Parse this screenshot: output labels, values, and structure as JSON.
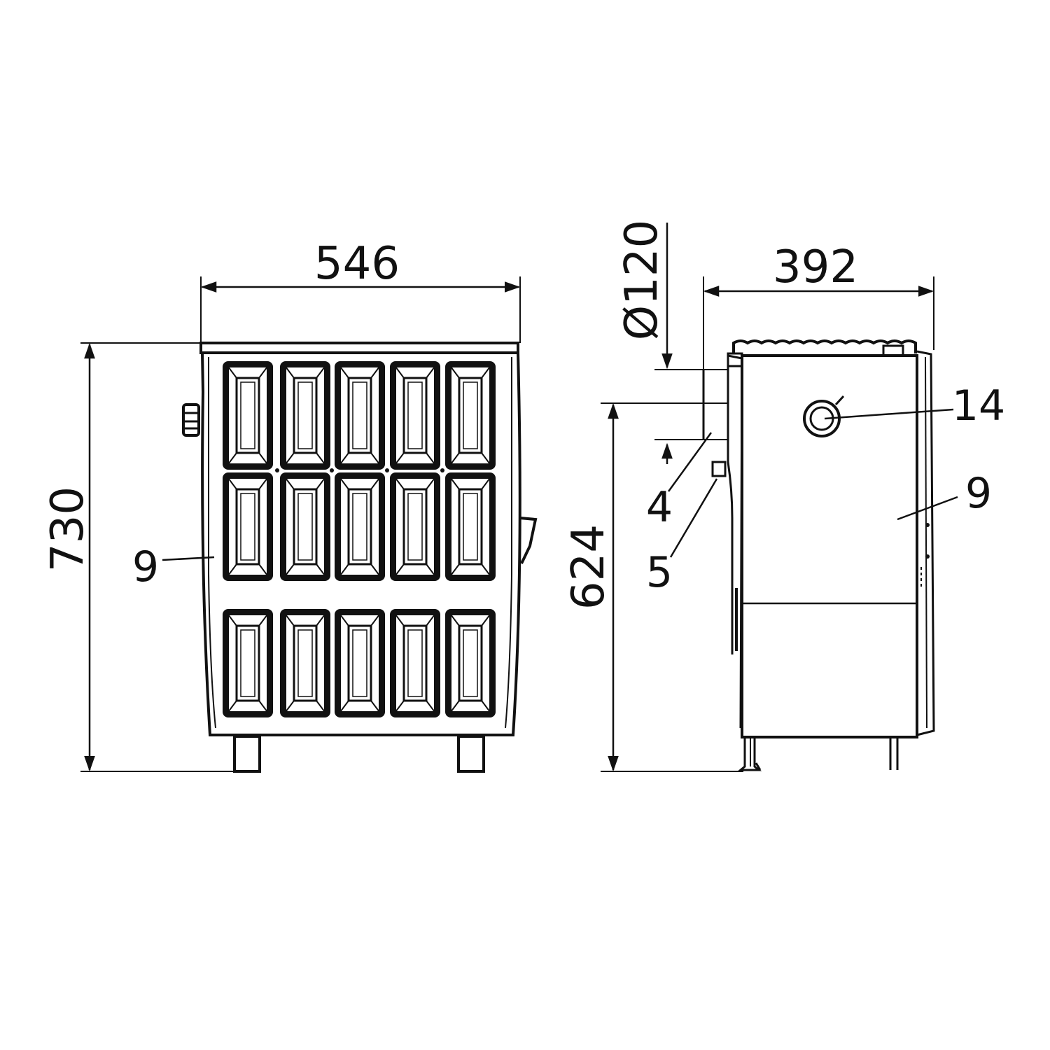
{
  "dimensions": {
    "front_width": "546",
    "front_height": "730",
    "side_depth": "392",
    "flue_height": "624",
    "flue_diameter": "Ø120"
  },
  "callouts": {
    "front_stone": "9",
    "side_stone": "9",
    "flue_connector": "4",
    "air_control": "5",
    "top_outlet": "14"
  },
  "colors": {
    "line": "#111111",
    "background": "#ffffff"
  }
}
